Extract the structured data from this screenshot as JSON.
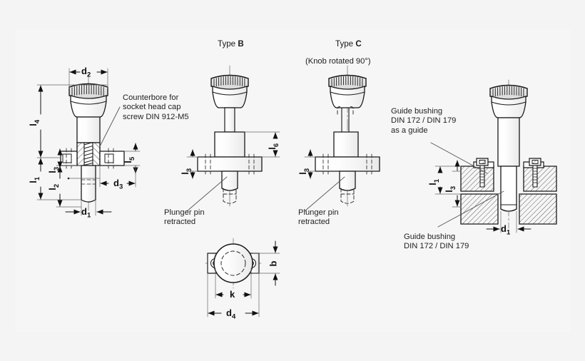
{
  "page": {
    "background": "#f4f4f4",
    "panel_background": "#f6f6f6",
    "line_color": "#1a1a1a"
  },
  "titles": {
    "type_b": "Type ",
    "type_b_letter": "B",
    "type_c": "Type ",
    "type_c_letter": "C",
    "type_c_sub": "(Knob rotated 90°)"
  },
  "annotations": {
    "counterbore": "Counterbore for\nsocket head cap\nscrew DIN 912-M5",
    "plunger_b": "Plunger pin\nretracted",
    "plunger_c": "Plunger pin\nretracted",
    "guide_bushing_as_guide": "Guide bushing\nDIN 172 / DIN 179\nas a guide",
    "guide_bushing": "Guide bushing\nDIN 172 / DIN 179"
  },
  "dimensions": {
    "type_a": [
      {
        "id": "d2",
        "base": "d",
        "sub": "2",
        "orient": "horizontal"
      },
      {
        "id": "l4",
        "base": "l",
        "sub": "4",
        "orient": "vertical"
      },
      {
        "id": "l1",
        "base": "l",
        "sub": "1",
        "orient": "vertical"
      },
      {
        "id": "l2",
        "base": "l",
        "sub": "2",
        "orient": "vertical"
      },
      {
        "id": "l3",
        "base": "l",
        "sub": "3",
        "orient": "vertical"
      },
      {
        "id": "l5",
        "base": "l",
        "sub": "5",
        "orient": "vertical"
      },
      {
        "id": "d3",
        "base": "d",
        "sub": "3",
        "orient": "horizontal"
      },
      {
        "id": "d1",
        "base": "d",
        "sub": "1",
        "orient": "horizontal"
      }
    ],
    "type_b": [
      {
        "id": "l6",
        "base": "l",
        "sub": "6",
        "orient": "vertical"
      },
      {
        "id": "l3b",
        "base": "l",
        "sub": "3",
        "orient": "vertical"
      }
    ],
    "type_c": [
      {
        "id": "l3c",
        "base": "l",
        "sub": "3",
        "orient": "vertical"
      }
    ],
    "bottom_view": [
      {
        "id": "b",
        "base": "b",
        "sub": "",
        "orient": "vertical"
      },
      {
        "id": "k",
        "base": "k",
        "sub": "",
        "orient": "horizontal"
      },
      {
        "id": "d4",
        "base": "d",
        "sub": "4",
        "orient": "horizontal"
      }
    ],
    "assembly": [
      {
        "id": "l1a",
        "base": "l",
        "sub": "1",
        "orient": "vertical"
      },
      {
        "id": "l3a",
        "base": "l",
        "sub": "3",
        "orient": "vertical"
      },
      {
        "id": "d1a",
        "base": "d",
        "sub": "1",
        "orient": "horizontal"
      }
    ]
  },
  "views": [
    {
      "name": "type-a-section-view",
      "label": "Type A sectioned indexing plunger"
    },
    {
      "name": "type-b-view",
      "label": "Type B indexing plunger"
    },
    {
      "name": "type-c-view",
      "label": "Type C indexing plunger knob rotated 90 degrees"
    },
    {
      "name": "bottom-view",
      "label": "Knob bottom view"
    },
    {
      "name": "assembly-view",
      "label": "Mounted assembly with guide bushings"
    }
  ]
}
